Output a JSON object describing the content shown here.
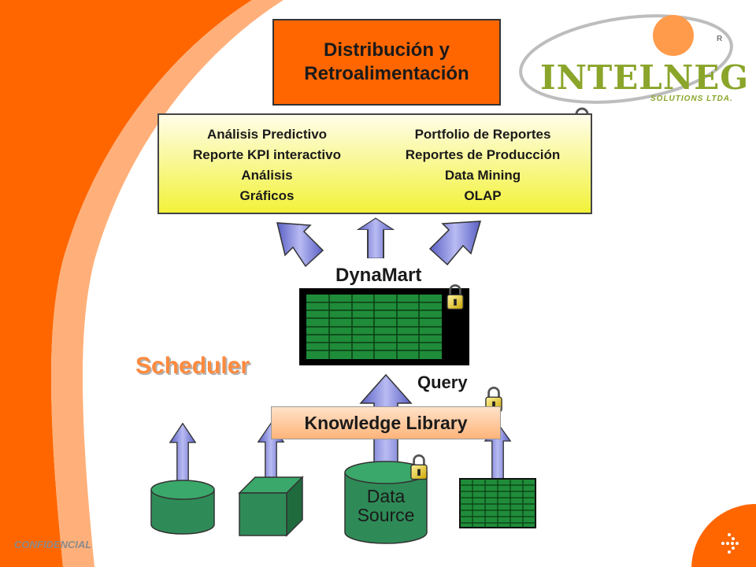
{
  "title_box": {
    "line1": "Distribución y",
    "line2": "Retroalimentación"
  },
  "analytics": {
    "left_items": [
      "Análisis Predictivo",
      "Reporte KPI interactivo",
      "Análisis",
      "Gráficos"
    ],
    "right_items": [
      "Portfolio de Reportes",
      "Reportes de Producción",
      "Data Mining",
      "OLAP"
    ]
  },
  "dynamart_label": "DynaMart",
  "query_label": "Query",
  "scheduler_label": "Scheduler",
  "knowledge_library_label": "Knowledge Library",
  "data_source": {
    "line1": "Data",
    "line2": "Source"
  },
  "footer": {
    "confidential": "CONFIDENCIAL"
  },
  "logo": {
    "name": "INTELNEG",
    "subtitle": "SOLUTIONS LTDA.",
    "registered": "R"
  },
  "icons": [
    "lock-icon",
    "arrow-up-icon",
    "dots-arrow-icon"
  ],
  "colors": {
    "orange": "#ff6600",
    "light_orange": "#ff8a3d",
    "yellow": "#f2f23a",
    "green": "#2e8b57",
    "arrow_blue": "#7b7fd6",
    "logo_green": "#8aa52a"
  }
}
